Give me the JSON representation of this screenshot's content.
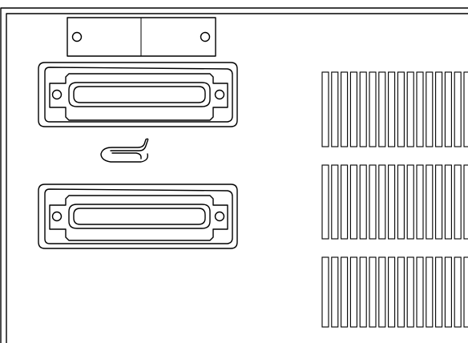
{
  "diagram": {
    "type": "line-drawing",
    "subject": "rear-panel-connectors",
    "components": [
      {
        "kind": "cover-plate",
        "screws": 2
      },
      {
        "kind": "d-sub-connector",
        "screws": 2
      },
      {
        "kind": "connector-clip"
      },
      {
        "kind": "d-sub-connector",
        "screws": 2
      }
    ],
    "vent_grilles": [
      {
        "slots_visible": 16
      },
      {
        "slots_visible": 16
      },
      {
        "slots_visible": 16
      }
    ],
    "colors": {
      "stroke": "#000000",
      "background": "#ffffff"
    }
  }
}
